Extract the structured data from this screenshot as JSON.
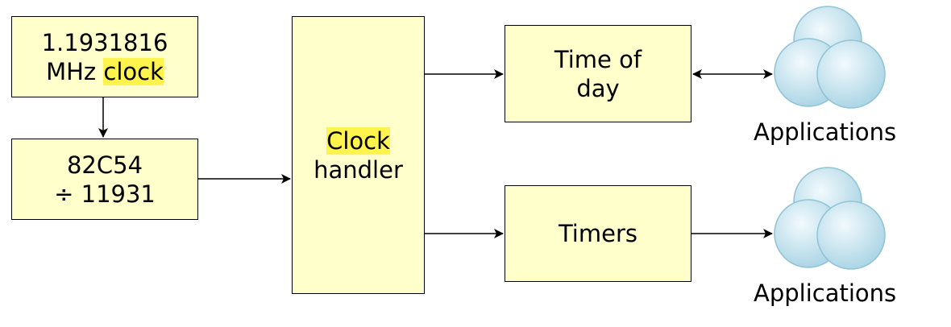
{
  "colors": {
    "box_fill": "#ffffcc",
    "highlight": "#fff34d",
    "cloud_fill": "#cfe6f0",
    "cloud_stroke": "#8fc3d6"
  },
  "oscillator": {
    "line1": "1.1931816",
    "line2_prefix": "MHz ",
    "line2_highlight": "clock"
  },
  "divider": {
    "line1": "82C54",
    "line2": "÷ 11931"
  },
  "handler": {
    "highlight": "Clock",
    "line2": "handler"
  },
  "time_of_day": {
    "line1": "Time of",
    "line2": "day"
  },
  "timers": {
    "label": "Timers"
  },
  "apps_top": {
    "label": "Applications",
    "icon": "cloud-icon"
  },
  "apps_bottom": {
    "label": "Applications",
    "icon": "cloud-icon"
  }
}
